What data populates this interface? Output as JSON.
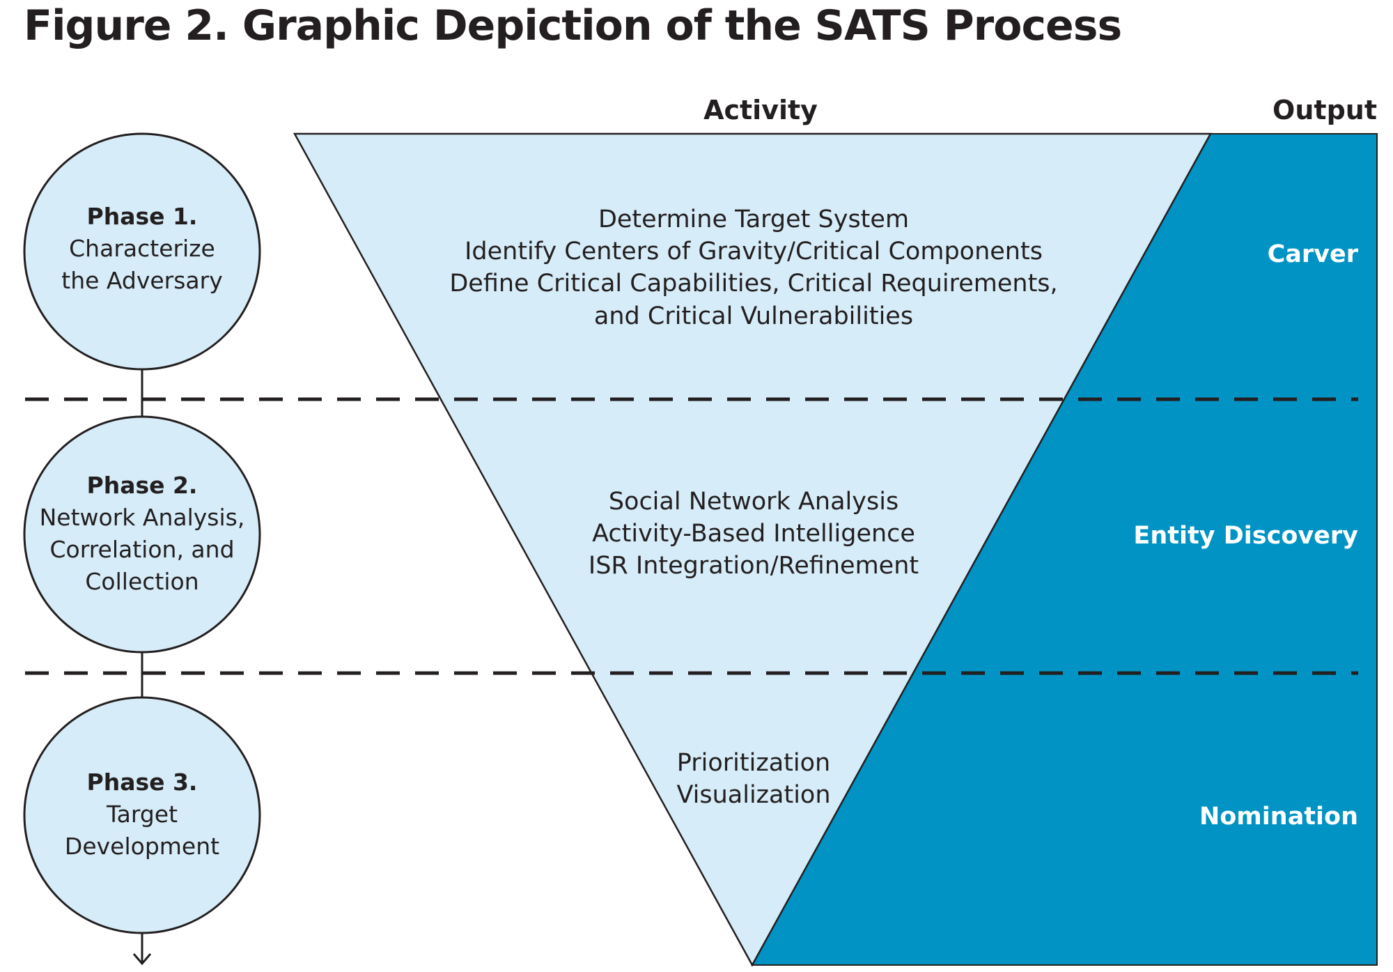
{
  "title": "Figure 2. Graphic Depiction of the SATS Process",
  "headers": {
    "activity": "Activity",
    "output": "Output"
  },
  "phases": [
    {
      "title": "Phase 1.",
      "lines": [
        "Characterize",
        "the Adversary"
      ]
    },
    {
      "title": "Phase 2.",
      "lines": [
        "Network Analysis,",
        "Correlation, and",
        "Collection"
      ]
    },
    {
      "title": "Phase 3.",
      "lines": [
        "Target",
        "Development"
      ]
    }
  ],
  "activities": [
    {
      "lines": [
        "Determine Target System",
        "Identify Centers of Gravity/Critical Components",
        "Define Critical Capabilities, Critical Requirements,",
        "and Critical Vulnerabilities"
      ]
    },
    {
      "lines": [
        "Social Network Analysis",
        "Activity-Based Intelligence",
        "ISR Integration/Refinement"
      ]
    },
    {
      "lines": [
        "Prioritization",
        "Visualization"
      ]
    }
  ],
  "outputs": [
    "Carver",
    "Entity Discovery",
    "Nomination"
  ],
  "colors": {
    "light_blue": "#d6ecf8",
    "dark_blue": "#0093c4",
    "stroke": "#231f20",
    "text": "#231f20"
  }
}
